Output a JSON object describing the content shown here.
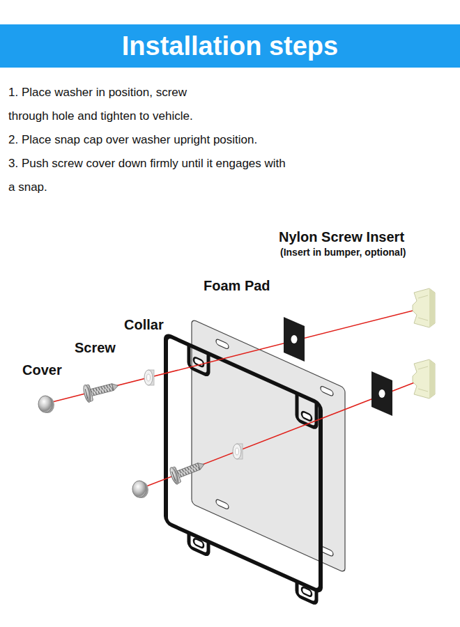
{
  "diagram": {
    "title": "Installation steps",
    "labels": [
      "1. Place washer in position, screw through hole and tighten to vehicle.",
      "2. Place snap cap over washer upright position.",
      "3. Push screw cover down firmly until it engages with a snap.",
      "Nylon Screw Insert",
      "(Insert in bumper, optional)",
      "Foam Pad",
      "Collar",
      "Screw",
      "Cover"
    ]
  }
}
